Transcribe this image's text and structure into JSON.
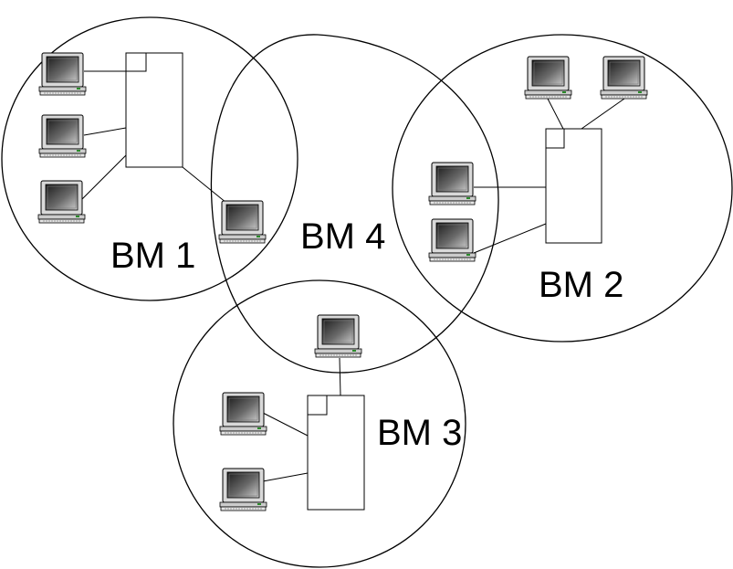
{
  "colors": {
    "stroke": "#000000",
    "background": "#ffffff",
    "monitor_frame": "#d9d9d9",
    "screen_dark": "#2a2a2a",
    "screen_light": "#9a9a9a"
  },
  "domains": [
    {
      "id": "bm1",
      "label": "BM 1"
    },
    {
      "id": "bm2",
      "label": "BM 2"
    },
    {
      "id": "bm3",
      "label": "BM 3"
    },
    {
      "id": "bm4",
      "label": "BM 4"
    }
  ],
  "icons": {
    "computer": "desktop-computer-icon",
    "switch": "switch-box-icon"
  }
}
